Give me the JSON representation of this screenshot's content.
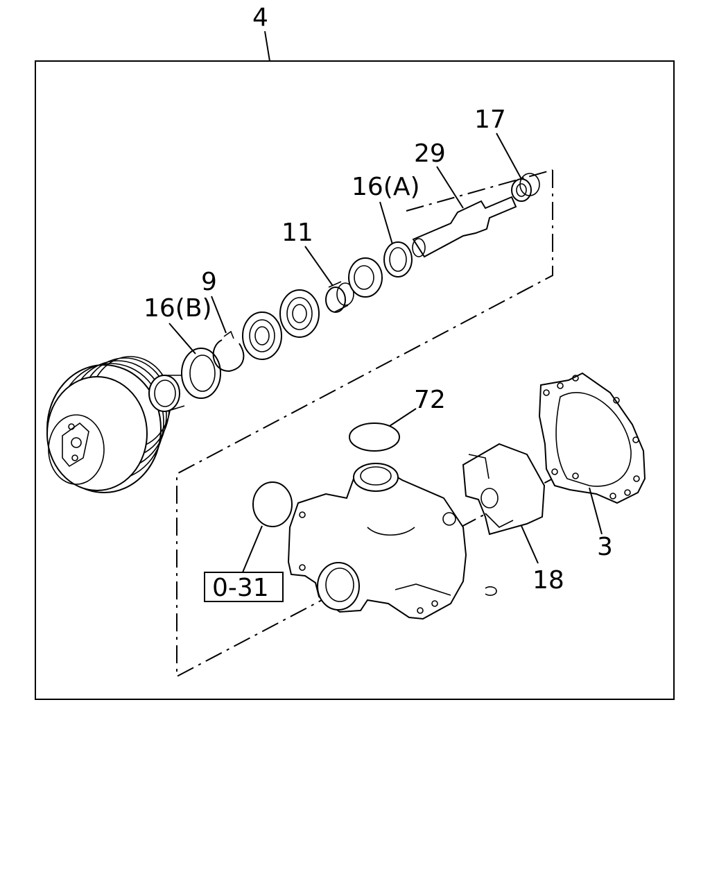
{
  "diagram": {
    "assembly_label": "4",
    "callouts": {
      "p17": "17",
      "p29": "29",
      "p16a": "16(A)",
      "p11": "11",
      "p9": "9",
      "p16b": "16(B)",
      "p72": "72",
      "p3": "3",
      "p18": "18",
      "ref": "0-31"
    }
  }
}
